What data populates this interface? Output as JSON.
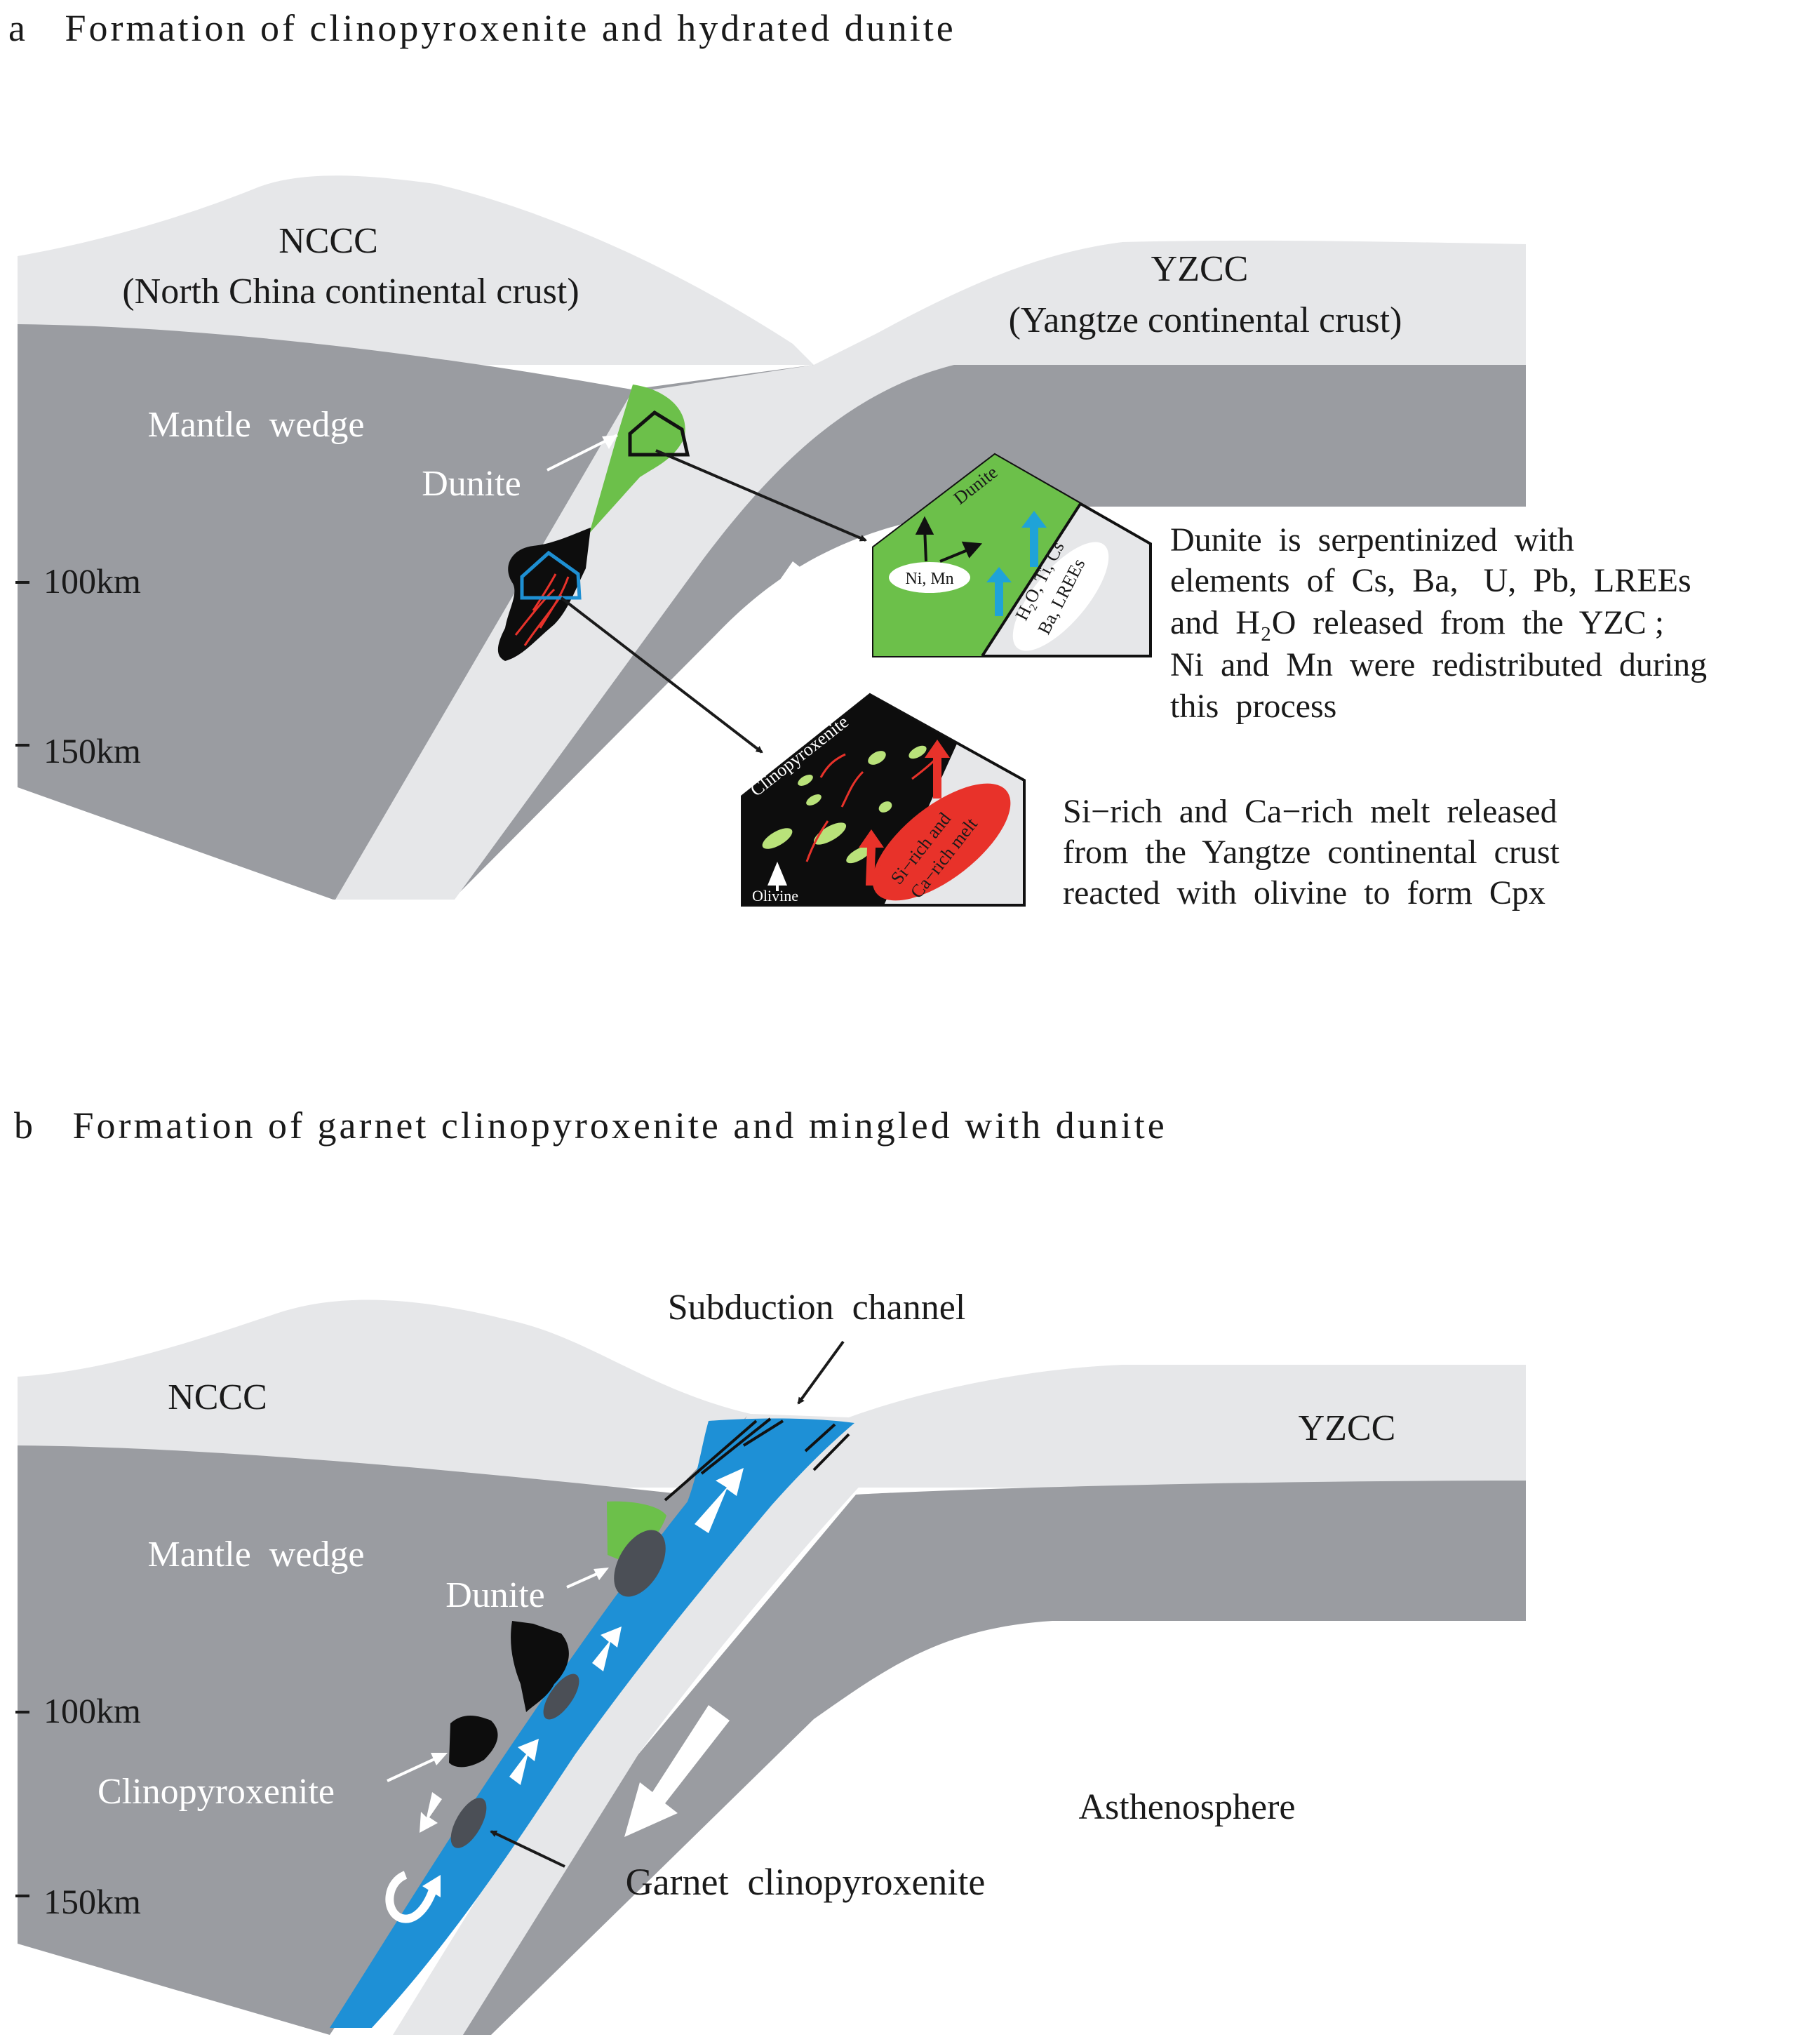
{
  "colors": {
    "crust": "#E6E7E9",
    "mantle": "#9A9CA1",
    "slab": "#E6E7E9",
    "dunite": "#6CC04A",
    "clinopyroxenite": "#0D0D0D",
    "subduction_channel": "#1E90D6",
    "garnet_clinopyroxenite": "#4B4F56",
    "melt": "#E8322A",
    "fluid_arrow": "#1FA3D8",
    "melt_arrow": "#E8322A",
    "outline_blue": "#1E8FD2"
  },
  "panel_a": {
    "title": "a   Formation of clinopyroxenite and hydrated dunite",
    "nccc": "NCCC",
    "nccc_full": "(North China continental crust)",
    "yzcc": "YZCC",
    "yzcc_full": "(Yangtze continental crust)",
    "mantle_wedge": "Mantle  wedge",
    "dunite_label": "Dunite",
    "depth_100": "100km",
    "depth_150": "150km",
    "inset_dunite": {
      "rock_label": "Dunite",
      "ni_mn": "Ni, Mn",
      "fluid_elements_1": "H₂O, Ti, Cs",
      "fluid_elements_2": "Ba, LREEs",
      "caption": [
        "Dunite  is  serpentinized  with",
        "elements  of  Cs,  Ba,   U,  Pb,  LREEs",
        "and  H₂O  released  from  the  YZC ;",
        "Ni  and  Mn  were  redistributed  during",
        "this  process"
      ]
    },
    "inset_cpx": {
      "rock_label": "Clinopyroxenite",
      "olivine": "Olivine",
      "melt_1": "Si−rich and",
      "melt_2": "Ca−rich melt",
      "caption": [
        "Si−rich  and  Ca−rich  melt  released",
        "from  the  Yangtze  continental  crust",
        "reacted  with  olivine  to  form  Cpx"
      ]
    }
  },
  "panel_b": {
    "title": "b   Formation of garnet clinopyroxenite and mingled with dunite",
    "nccc": "NCCC",
    "yzcc": "YZCC",
    "subduction_channel": "Subduction  channel",
    "mantle_wedge": "Mantle  wedge",
    "dunite_label": "Dunite",
    "clinopyroxenite_label": "Clinopyroxenite",
    "asthenosphere": "Asthenosphere",
    "garnet_cpx_label": "Garnet  clinopyroxenite",
    "depth_100": "100km",
    "depth_150": "150km"
  }
}
